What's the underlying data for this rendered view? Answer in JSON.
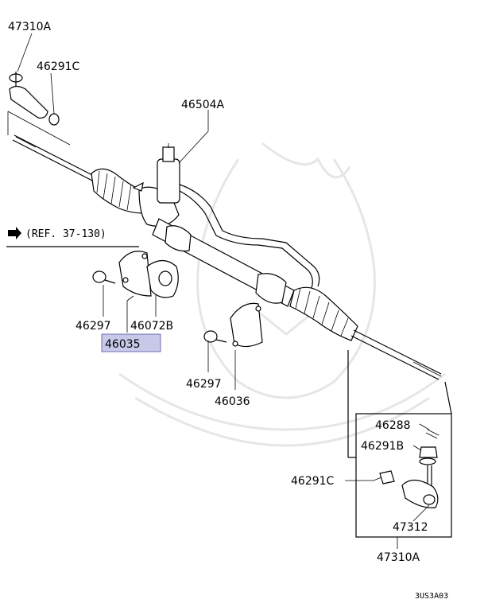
{
  "labels": {
    "p47310a_top": "47310A",
    "p46291c_top": "46291C",
    "p46504a": "46504A",
    "ref": "(REF. 37-130)",
    "p46297_left": "46297",
    "p46072b": "46072B",
    "p46035": "46035",
    "p46297_mid": "46297",
    "p46036": "46036",
    "p46288": "46288",
    "p46291b": "46291B",
    "p46291c_bottom": "46291C",
    "p47312": "47312",
    "p47310a_bottom": "47310A",
    "diagram_code": "3US3A03"
  },
  "colors": {
    "highlight_fill": "#c8c8e8",
    "highlight_border": "#7070b0",
    "line": "#000000",
    "watermark": "#e6e6e6"
  },
  "icons": {
    "ref_arrow": "right-arrow-icon"
  }
}
